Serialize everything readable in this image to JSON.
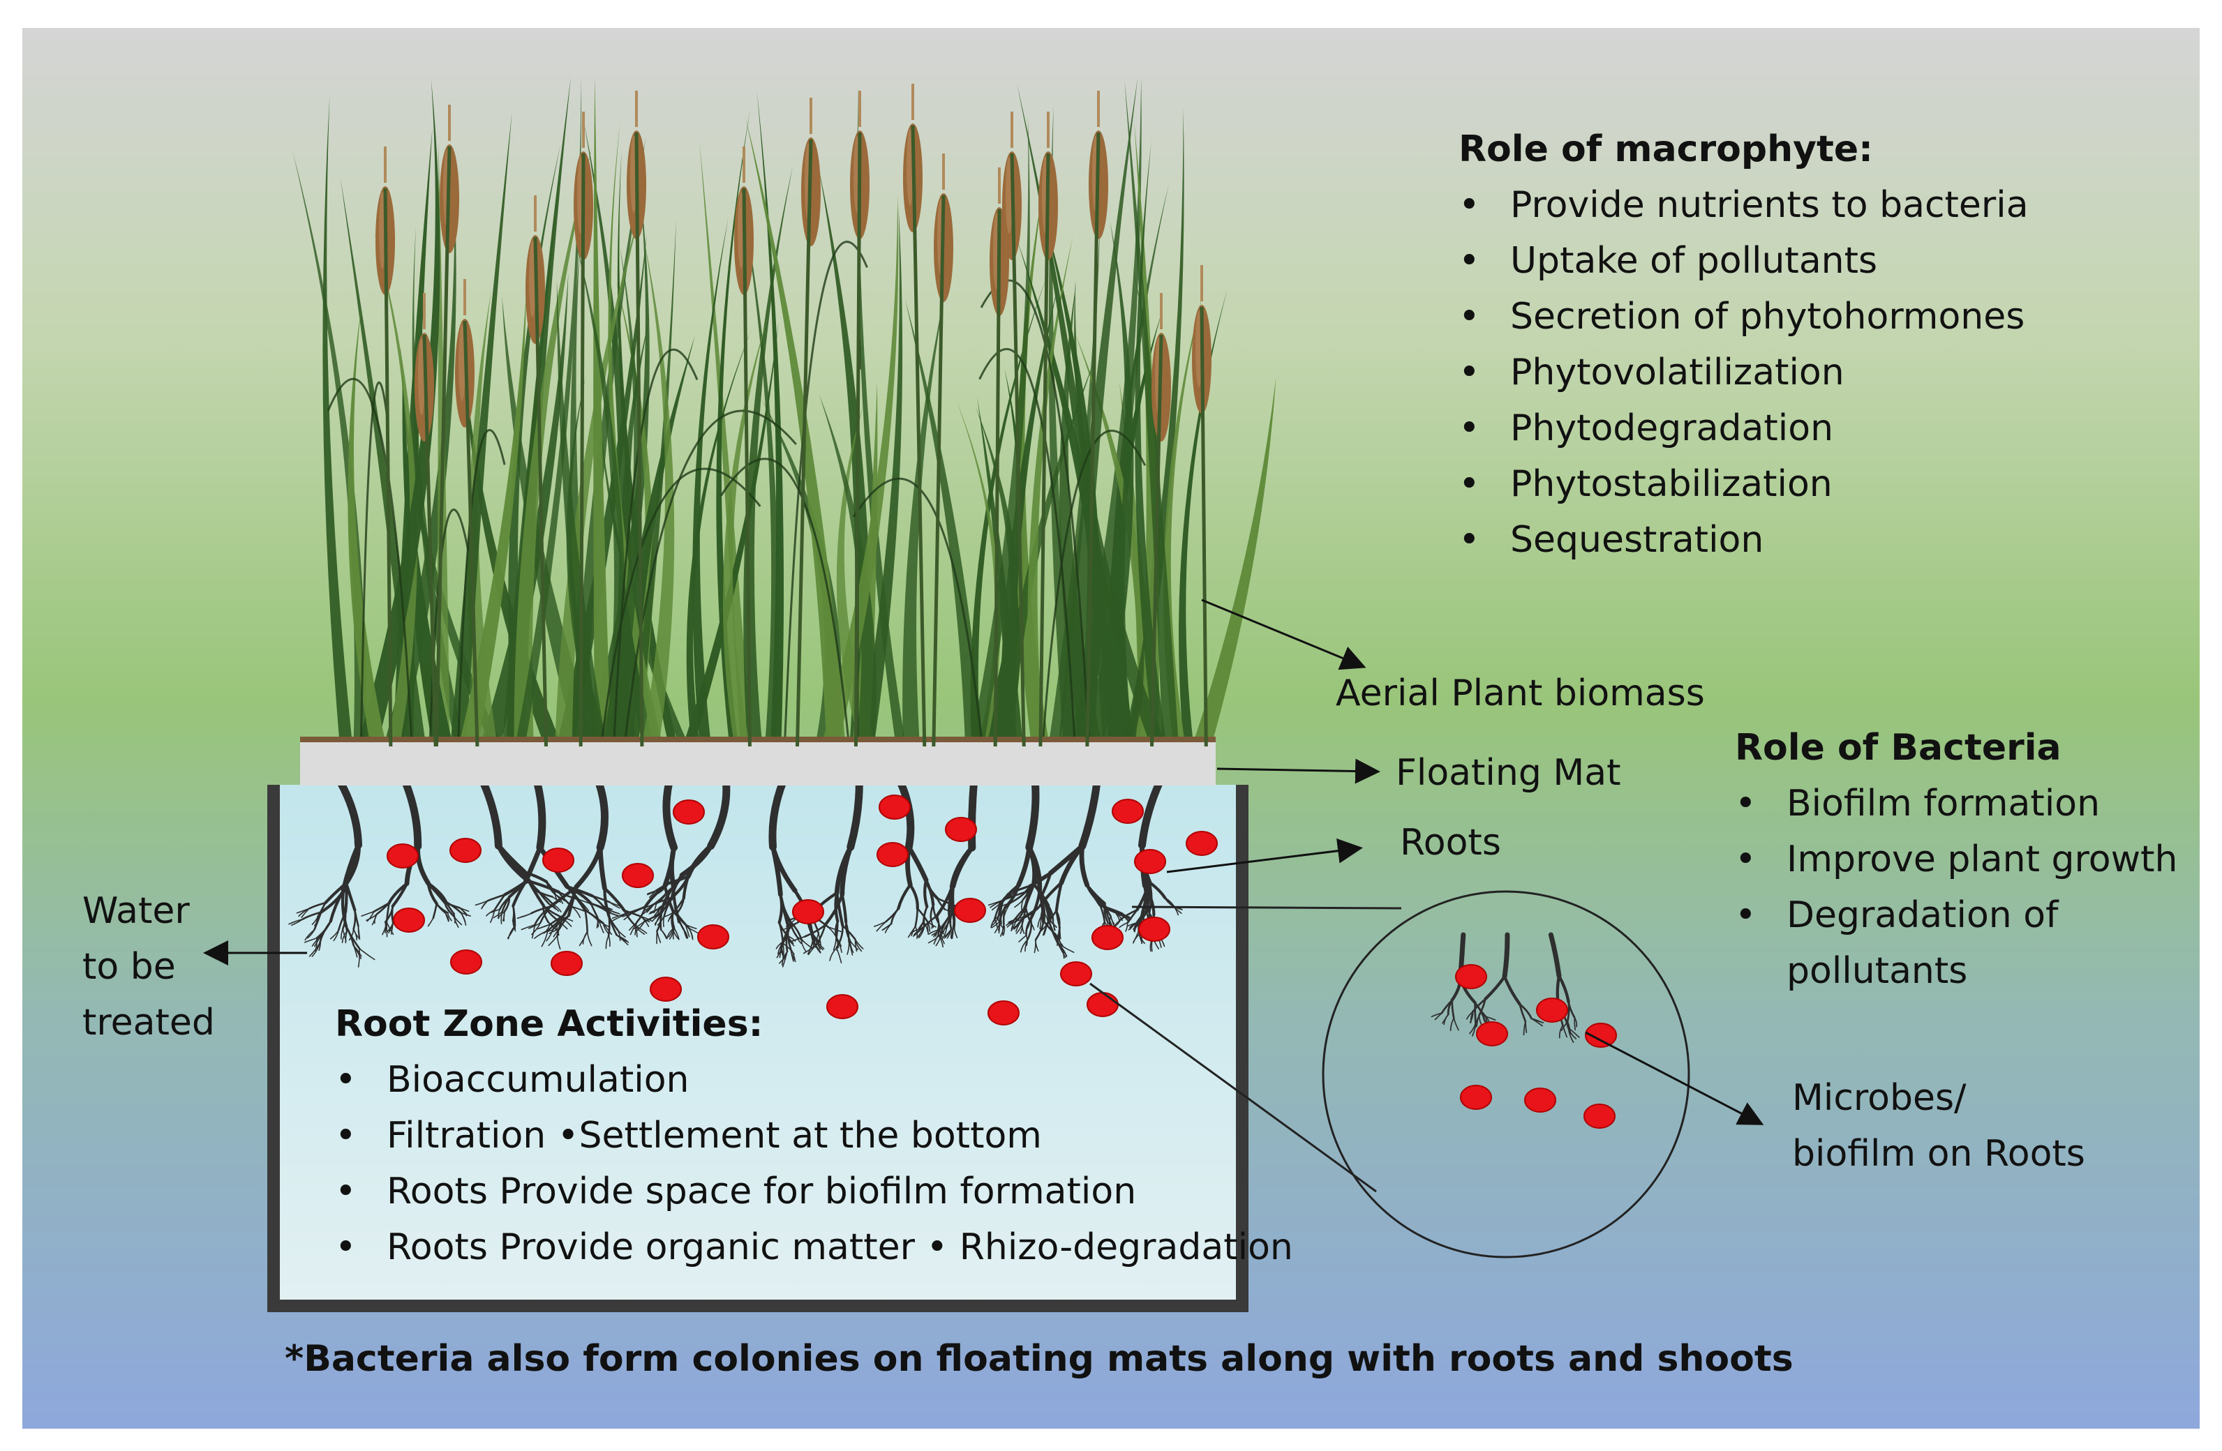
{
  "macrophyte": {
    "title": "Role of macrophyte:",
    "items": [
      "Provide nutrients to bacteria",
      "Uptake of pollutants",
      "Secretion of phytohormones",
      "Phytovolatilization",
      "Phytodegradation",
      "Phytostabilization",
      "Sequestration"
    ]
  },
  "labels": {
    "aerial": "Aerial Plant biomass",
    "mat": "Floating Mat",
    "roots": "Roots",
    "water_line1": "Water",
    "water_line2": "to be",
    "water_line3": "treated",
    "microbes_line1": "Microbes/",
    "microbes_line2": "biofilm on Roots"
  },
  "bacteria": {
    "title": "Role of Bacteria",
    "items": [
      "Biofilm formation",
      "Improve plant growth",
      "Degradation of",
      "pollutants"
    ]
  },
  "rootzone": {
    "title": "Root Zone Activities:",
    "items": [
      "Bioaccumulation",
      "Filtration •Settlement at the bottom",
      "Roots Provide space for biofilm formation",
      "Roots Provide organic matter  •  Rhizo-degradation"
    ]
  },
  "footnote": "*Bacteria also form colonies on floating mats along with roots and shoots",
  "colors": {
    "leaf": "#2f5a23",
    "leaf_light": "#5f8a3a",
    "cattail": "#9a6a3a",
    "root": "#2f2f2f",
    "microbe": "#e8141a",
    "tank_border": "#3a3a3a",
    "mat": "#dcdcdc"
  }
}
